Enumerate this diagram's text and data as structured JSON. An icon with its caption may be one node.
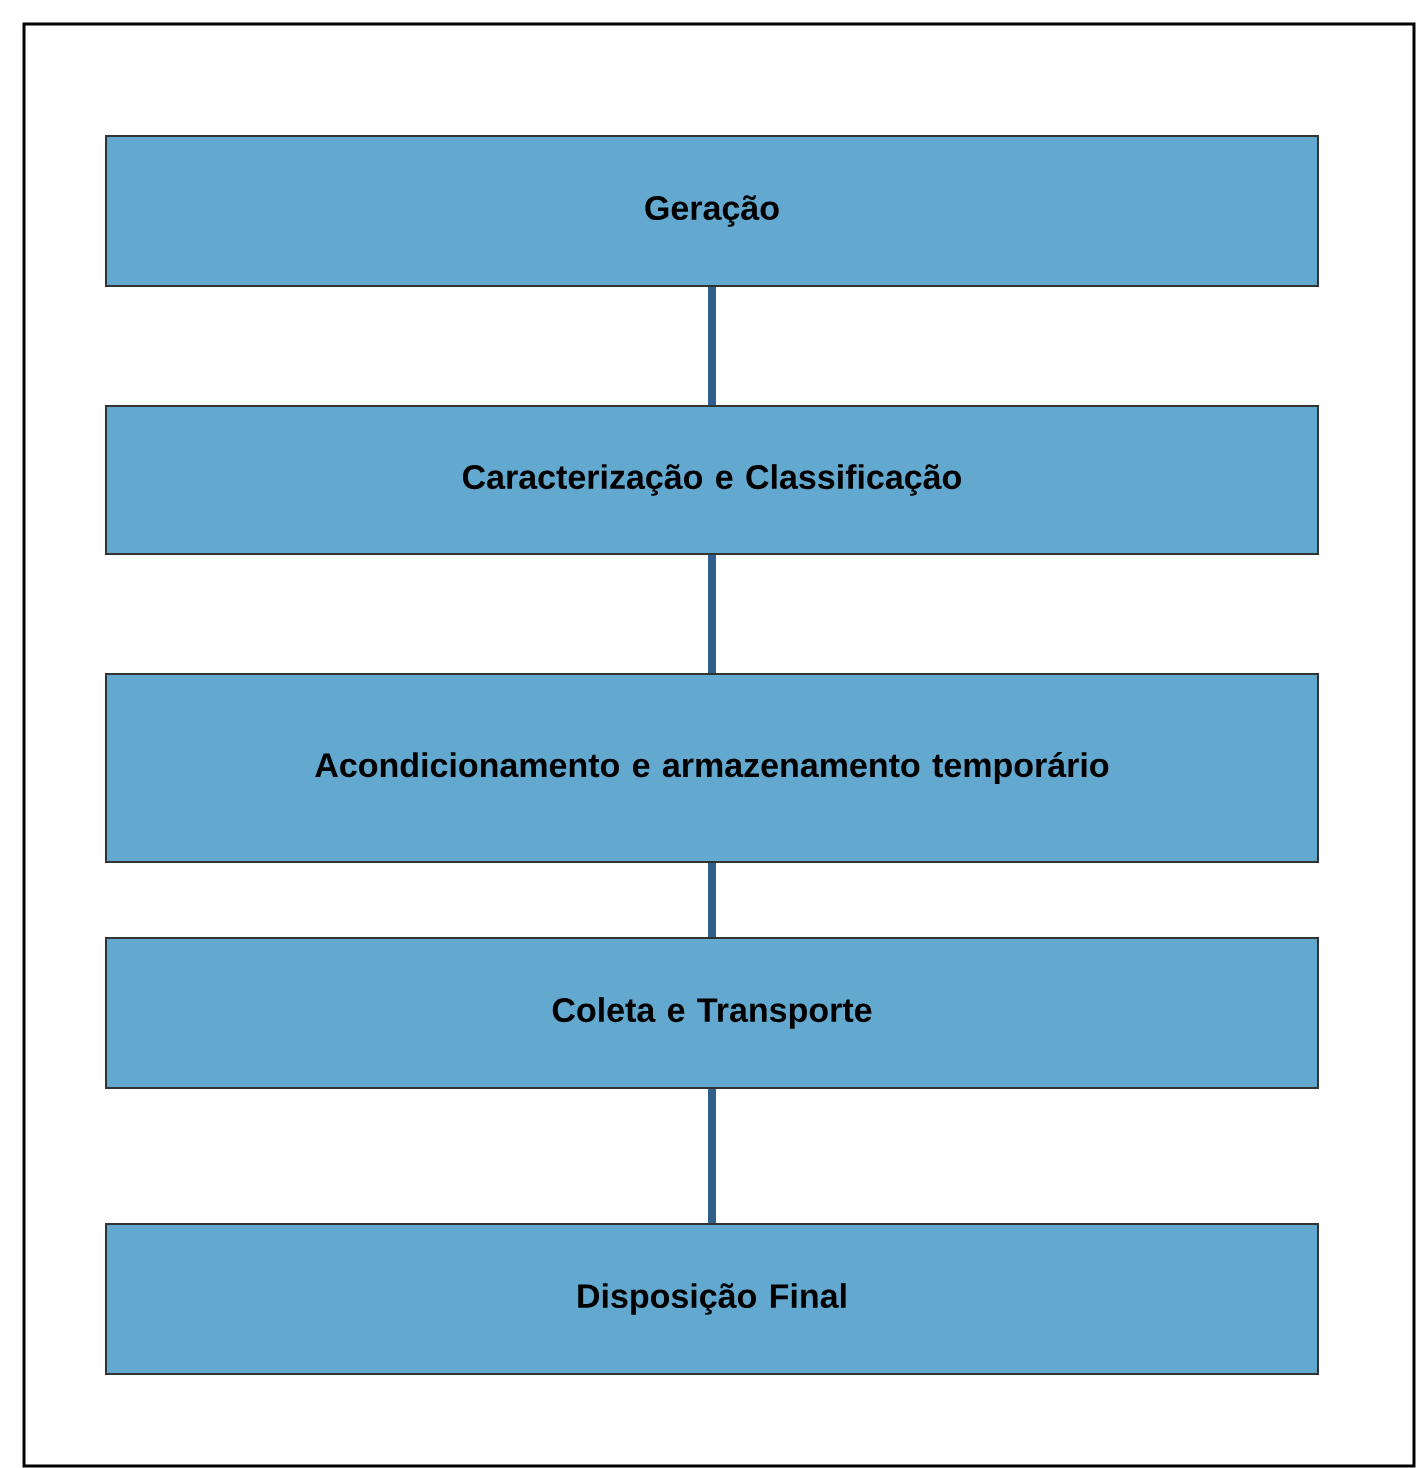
{
  "diagram": {
    "nodes": [
      {
        "text": [
          "Geração"
        ]
      },
      {
        "text": [
          "Caracterização e Classificação"
        ]
      },
      {
        "text": [
          "Acondicionamento e armazenamento temporário"
        ]
      },
      {
        "text": [
          "Coleta e Transporte"
        ]
      },
      {
        "text": [
          "Disposição Final"
        ]
      }
    ],
    "edges": [
      {
        "from": 0,
        "to": 1,
        "arrow": "none"
      },
      {
        "from": 1,
        "to": 2,
        "arrow": "none"
      },
      {
        "from": 2,
        "to": 3,
        "arrow": "none"
      },
      {
        "from": 3,
        "to": 4,
        "arrow": "none"
      }
    ]
  }
}
